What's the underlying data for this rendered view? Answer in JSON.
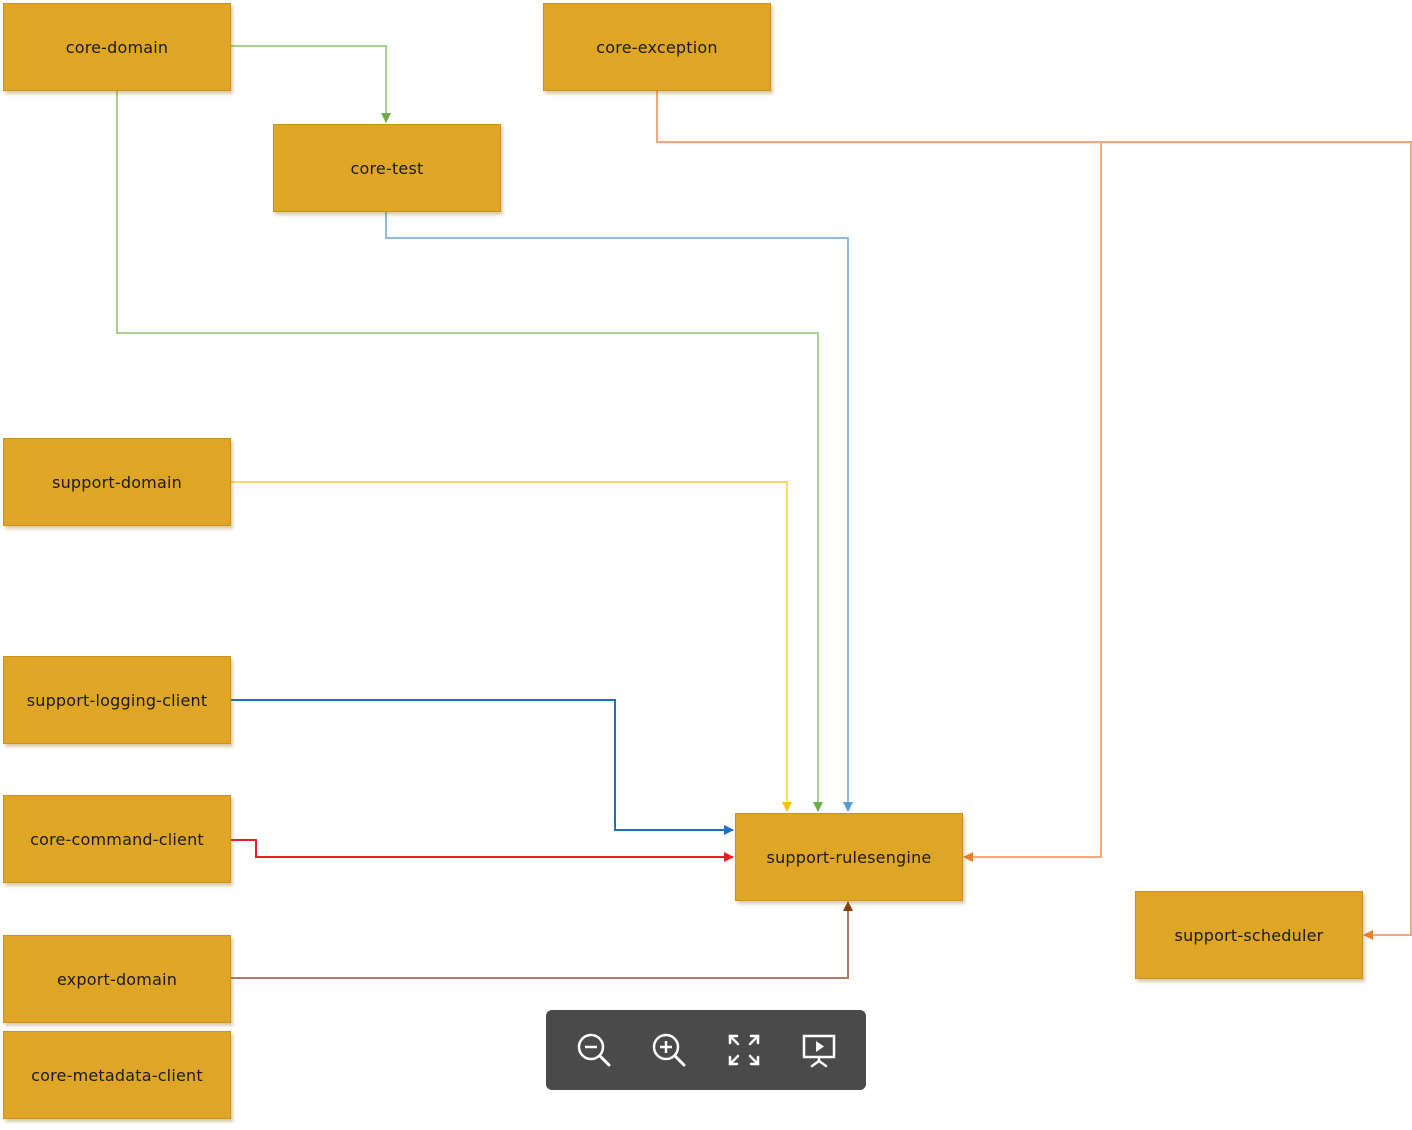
{
  "nodes": {
    "core_domain": "core-domain",
    "core_exception": "core-exception",
    "core_test": "core-test",
    "support_domain": "support-domain",
    "support_logging_client": "support-logging-client",
    "core_command_client": "core-command-client",
    "export_domain": "export-domain",
    "core_metadata_client": "core-metadata-client",
    "support_rulesengine": "support-rulesengine",
    "support_scheduler": "support-scheduler"
  },
  "edges": [
    {
      "from": "core-domain",
      "to": "core-test",
      "color": "#70ad47"
    },
    {
      "from": "core-domain",
      "to": "support-rulesengine",
      "color": "#70ad47"
    },
    {
      "from": "core-test",
      "to": "support-rulesengine",
      "color": "#5b9bd5"
    },
    {
      "from": "support-domain",
      "to": "support-rulesengine",
      "color": "#ffc000"
    },
    {
      "from": "support-logging-client",
      "to": "support-rulesengine",
      "color": "#1f6fbf"
    },
    {
      "from": "core-command-client",
      "to": "support-rulesengine",
      "color": "#ee1c25"
    },
    {
      "from": "export-domain",
      "to": "support-rulesengine",
      "color": "#843c0c"
    },
    {
      "from": "core-exception",
      "to": "support-rulesengine",
      "color": "#ed7d31"
    },
    {
      "from": "core-exception",
      "to": "support-scheduler",
      "color": "#ed7d31"
    }
  ],
  "colors": {
    "node_fill": "#dfa626",
    "toolbar_bg": "#4a4a4a"
  },
  "toolbar": {
    "buttons": [
      "zoom-out-icon",
      "zoom-in-icon",
      "fullscreen-icon",
      "presentation-icon"
    ]
  }
}
